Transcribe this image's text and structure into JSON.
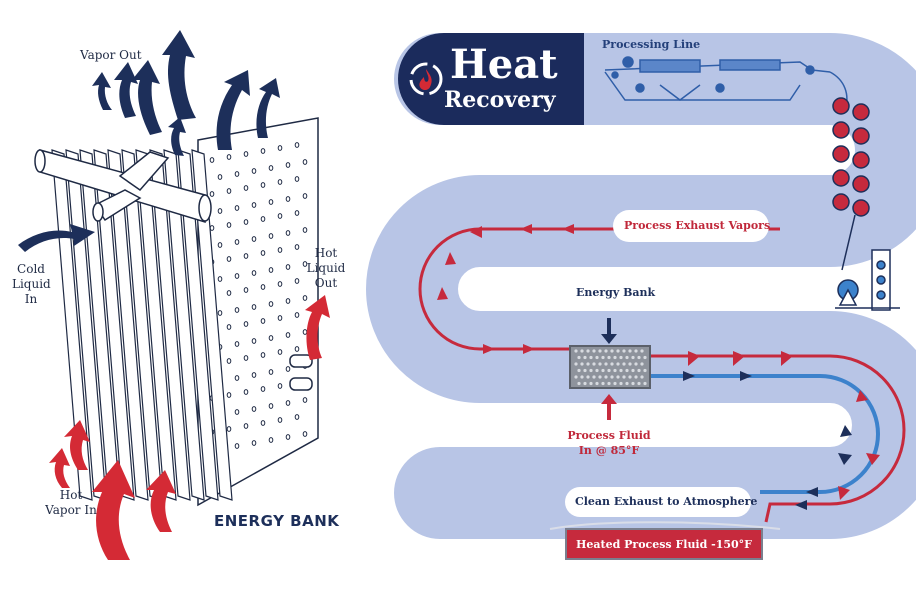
{
  "left_panel": {
    "vapor_out": "Vapor Out",
    "cold_liquid_in": [
      "Cold",
      "Liquid",
      "In"
    ],
    "hot_liquid_out": [
      "Hot",
      "Liquid",
      "Out"
    ],
    "hot_vapor_in": [
      "Hot",
      "Vapor In"
    ],
    "title": "ENERGY BANK"
  },
  "right_panel": {
    "logo": {
      "line1": "Heat",
      "line2": "Recovery"
    },
    "processing_line": "Processing Line",
    "process_exhaust_vapors": "Process Exhaust Vapors",
    "energy_bank": "Energy Bank",
    "process_fluid_in": [
      "Process Fluid",
      "In @ 85°F"
    ],
    "clean_exhaust": "Clean Exhaust to Atmosphere",
    "heated_process_fluid": "Heated Process Fluid -150°F"
  },
  "colors": {
    "navy": "#1b2b5c",
    "track": "#b8c5e6",
    "red_flow": "#c62a3d",
    "blue_flow": "#3c82cc"
  }
}
